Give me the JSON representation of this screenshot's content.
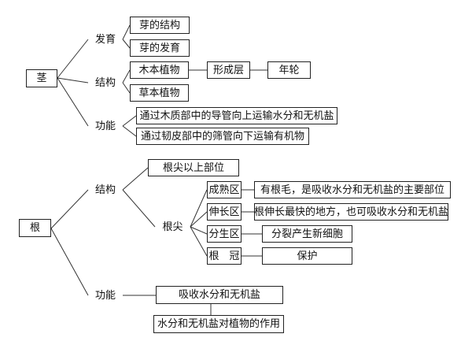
{
  "stem": {
    "root": "茎",
    "develop": "发育",
    "bud_structure": "芽的结构",
    "bud_develop": "芽的发育",
    "structure": "结构",
    "woody": "木本植物",
    "cambium": "形成层",
    "annual_ring": "年轮",
    "herbaceous": "草本植物",
    "function": "功能",
    "xylem": "通过木质部中的导管向上运输水分和无机盐",
    "phloem": "通过韧皮部中的筛管向下运输有机物"
  },
  "root": {
    "root": "根",
    "structure": "结构",
    "above_tip": "根尖以上部位",
    "tip": "根尖",
    "maturation": "成熟区",
    "maturation_desc": "有根毛，是吸收水分和无机盐的主要部位",
    "elongation": "伸长区",
    "elongation_desc": "根伸长最快的地方，也可吸收水分和无机盐",
    "meristem": "分生区",
    "meristem_desc": "分裂产生新细胞",
    "cap": "根　冠",
    "cap_desc": "保护",
    "function": "功能",
    "absorb": "吸收水分和无机盐",
    "effect": "水分和无机盐对植物的作用"
  }
}
